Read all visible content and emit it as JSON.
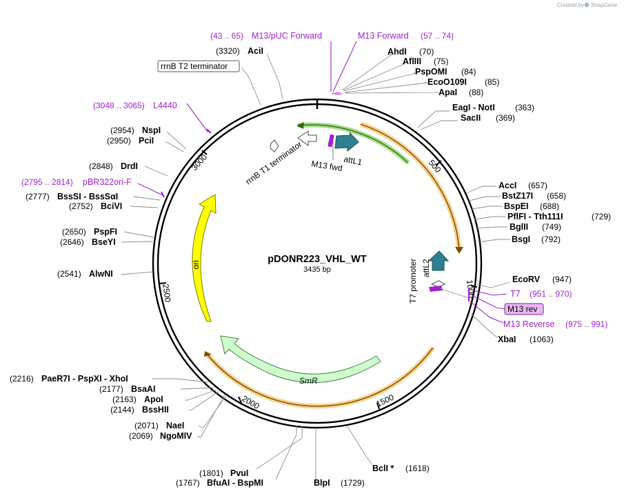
{
  "plasmid": {
    "name": "pDONR223_VHL_WT",
    "length_label": "3435 bp",
    "length": 3435
  },
  "branding": {
    "created_by": "Created by",
    "product": "SnapGene"
  },
  "ticks": [
    "500",
    "1000",
    "1500",
    "2000",
    "2500",
    "3000"
  ],
  "enzymes": [
    {
      "name": "AhdI",
      "pos": "(70)"
    },
    {
      "name": "AflIII",
      "pos": "(75)"
    },
    {
      "name": "PspOMI",
      "pos": "(84)"
    },
    {
      "name": "EcoO109I",
      "pos": "(85)"
    },
    {
      "name": "ApaI",
      "pos": "(88)"
    },
    {
      "name": "EagI - NotI",
      "pos": "(363)"
    },
    {
      "name": "SacII",
      "pos": "(369)"
    },
    {
      "name": "AccI",
      "pos": "(657)"
    },
    {
      "name": "BstZ17I",
      "pos": "(658)"
    },
    {
      "name": "BspEI",
      "pos": "(688)"
    },
    {
      "name": "PflFI - Tth111I",
      "pos": "(729)"
    },
    {
      "name": "BglII",
      "pos": "(749)"
    },
    {
      "name": "BsgI",
      "pos": "(792)"
    },
    {
      "name": "EcoRV",
      "pos": "(947)"
    },
    {
      "name": "XbaI",
      "pos": "(1063)"
    },
    {
      "name": "BclI *",
      "pos": "(1618)"
    },
    {
      "name": "BlpI",
      "pos": "(1729)"
    },
    {
      "name": "PvuI",
      "pos": "(1801)"
    },
    {
      "name": "BfuAI - BspMI",
      "pos": "(1767)"
    },
    {
      "name": "NaeI",
      "pos": "(2071)"
    },
    {
      "name": "NgoMIV",
      "pos": "(2069)"
    },
    {
      "name": "BssHII",
      "pos": "(2144)"
    },
    {
      "name": "ApoI",
      "pos": "(2163)"
    },
    {
      "name": "BsaAI",
      "pos": "(2177)"
    },
    {
      "name": "PaeR7I - PspXI - XhoI",
      "pos": "(2216)"
    },
    {
      "name": "AlwNI",
      "pos": "(2541)"
    },
    {
      "name": "BseYI",
      "pos": "(2646)"
    },
    {
      "name": "PspFI",
      "pos": "(2650)"
    },
    {
      "name": "BciVI",
      "pos": "(2752)"
    },
    {
      "name": "BssSI - BssSαI",
      "pos": "(2777)"
    },
    {
      "name": "DrdI",
      "pos": "(2848)"
    },
    {
      "name": "PciI",
      "pos": "(2950)"
    },
    {
      "name": "NspI",
      "pos": "(2954)"
    },
    {
      "name": "AciI",
      "pos": "(3320)"
    }
  ],
  "primers": [
    {
      "name": "M13/pUC Forward",
      "range": "(43 .. 65)"
    },
    {
      "name": "M13 Forward",
      "range": "(57 .. 74)"
    },
    {
      "name": "L4440",
      "range": "(3048 .. 3065)"
    },
    {
      "name": "pBR322ori-F",
      "range": "(2795 .. 2814)"
    },
    {
      "name": "T7",
      "range": "(951 .. 970)"
    },
    {
      "name": "M13 rev",
      "range": ""
    },
    {
      "name": "M13 Reverse",
      "range": "(975 .. 991)"
    }
  ],
  "boxed_labels": {
    "rrnB_T2": "rrnB T2 terminator"
  },
  "features": {
    "attL1": "attL1",
    "m13fwd": "M13 fwd",
    "rrnB_T1": "rrnB T1 terminator",
    "t7prom": "T7 promoter",
    "attL2": "attL2",
    "ori": "ori",
    "smr": "SmR"
  },
  "colors": {
    "ori": "#ffff00",
    "smr": "#ccffcc",
    "att": "#2e7f8f",
    "primer": "#a020d0",
    "orange": "#f5a623",
    "green": "#66bb33"
  }
}
